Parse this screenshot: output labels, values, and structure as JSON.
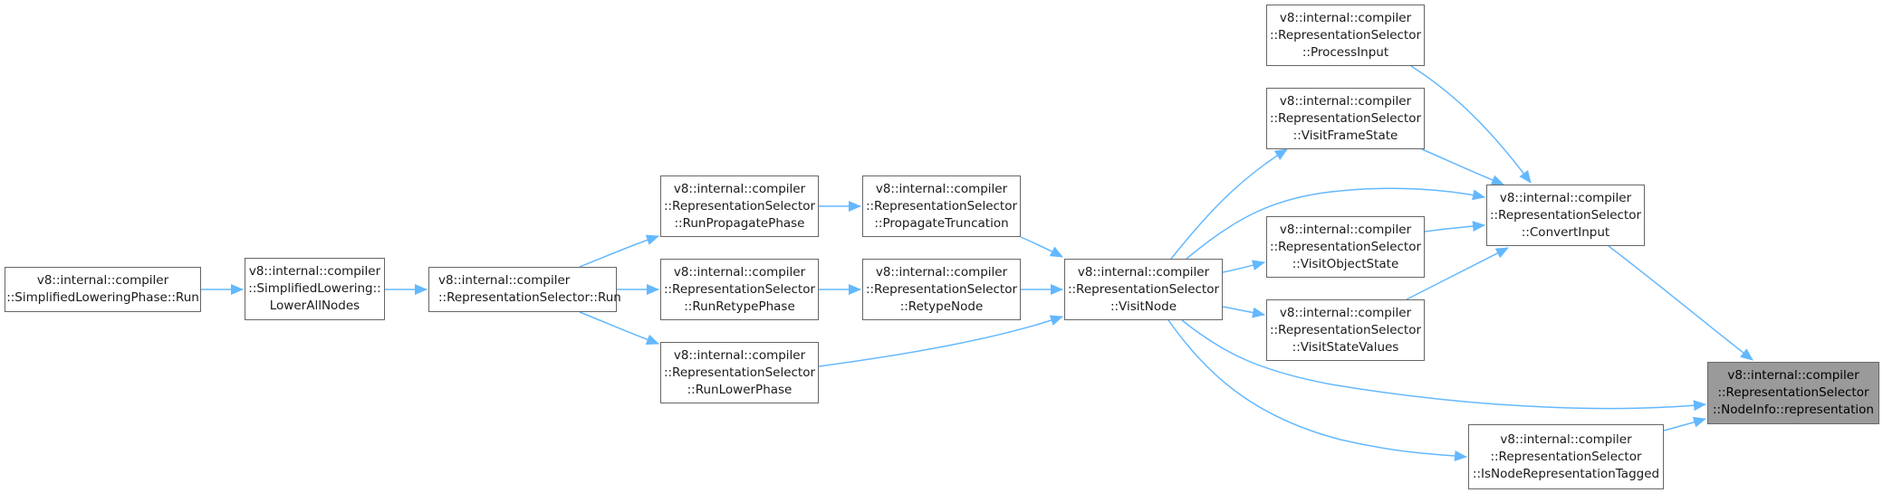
{
  "diagram": {
    "edge_color": "#63b8ff",
    "node_border_color": "#666666",
    "highlight_fill": "#9a9a9a",
    "nodes": [
      {
        "id": "n1",
        "lines": [
          "v8::internal::compiler",
          "::SimplifiedLoweringPhase::Run"
        ]
      },
      {
        "id": "n2",
        "lines": [
          "v8::internal::compiler",
          "::SimplifiedLowering::",
          "LowerAllNodes"
        ]
      },
      {
        "id": "n3",
        "lines": [
          "v8::internal::compiler",
          "::RepresentationSelector::Run"
        ]
      },
      {
        "id": "n4",
        "lines": [
          "v8::internal::compiler",
          "::RepresentationSelector",
          "::RunPropagatePhase"
        ]
      },
      {
        "id": "n5",
        "lines": [
          "v8::internal::compiler",
          "::RepresentationSelector",
          "::RunRetypePhase"
        ]
      },
      {
        "id": "n6",
        "lines": [
          "v8::internal::compiler",
          "::RepresentationSelector",
          "::RunLowerPhase"
        ]
      },
      {
        "id": "n7",
        "lines": [
          "v8::internal::compiler",
          "::RepresentationSelector",
          "::PropagateTruncation"
        ]
      },
      {
        "id": "n8",
        "lines": [
          "v8::internal::compiler",
          "::RepresentationSelector",
          "::RetypeNode"
        ]
      },
      {
        "id": "n9",
        "lines": [
          "v8::internal::compiler",
          "::RepresentationSelector",
          "::VisitNode"
        ]
      },
      {
        "id": "n10",
        "lines": [
          "v8::internal::compiler",
          "::RepresentationSelector",
          "::ProcessInput"
        ]
      },
      {
        "id": "n11",
        "lines": [
          "v8::internal::compiler",
          "::RepresentationSelector",
          "::VisitFrameState"
        ]
      },
      {
        "id": "n12",
        "lines": [
          "v8::internal::compiler",
          "::RepresentationSelector",
          "::VisitObjectState"
        ]
      },
      {
        "id": "n13",
        "lines": [
          "v8::internal::compiler",
          "::RepresentationSelector",
          "::VisitStateValues"
        ]
      },
      {
        "id": "n14",
        "lines": [
          "v8::internal::compiler",
          "::RepresentationSelector",
          "::ConvertInput"
        ]
      },
      {
        "id": "n15",
        "lines": [
          "v8::internal::compiler",
          "::RepresentationSelector",
          "::IsNodeRepresentationTagged"
        ]
      },
      {
        "id": "n16",
        "lines": [
          "v8::internal::compiler",
          "::RepresentationSelector",
          "::NodeInfo::representation"
        ],
        "highlight": true
      }
    ],
    "edges": [
      {
        "from": "n1",
        "to": "n2"
      },
      {
        "from": "n2",
        "to": "n3"
      },
      {
        "from": "n3",
        "to": "n4"
      },
      {
        "from": "n3",
        "to": "n5"
      },
      {
        "from": "n3",
        "to": "n6"
      },
      {
        "from": "n4",
        "to": "n7"
      },
      {
        "from": "n5",
        "to": "n8"
      },
      {
        "from": "n6",
        "to": "n9"
      },
      {
        "from": "n7",
        "to": "n9"
      },
      {
        "from": "n8",
        "to": "n9"
      },
      {
        "from": "n9",
        "to": "n11"
      },
      {
        "from": "n9",
        "to": "n14"
      },
      {
        "from": "n9",
        "to": "n12"
      },
      {
        "from": "n9",
        "to": "n13"
      },
      {
        "from": "n9",
        "to": "n16"
      },
      {
        "from": "n9",
        "to": "n15"
      },
      {
        "from": "n10",
        "to": "n14"
      },
      {
        "from": "n11",
        "to": "n14"
      },
      {
        "from": "n12",
        "to": "n14"
      },
      {
        "from": "n13",
        "to": "n14"
      },
      {
        "from": "n14",
        "to": "n16"
      },
      {
        "from": "n15",
        "to": "n16"
      }
    ]
  }
}
